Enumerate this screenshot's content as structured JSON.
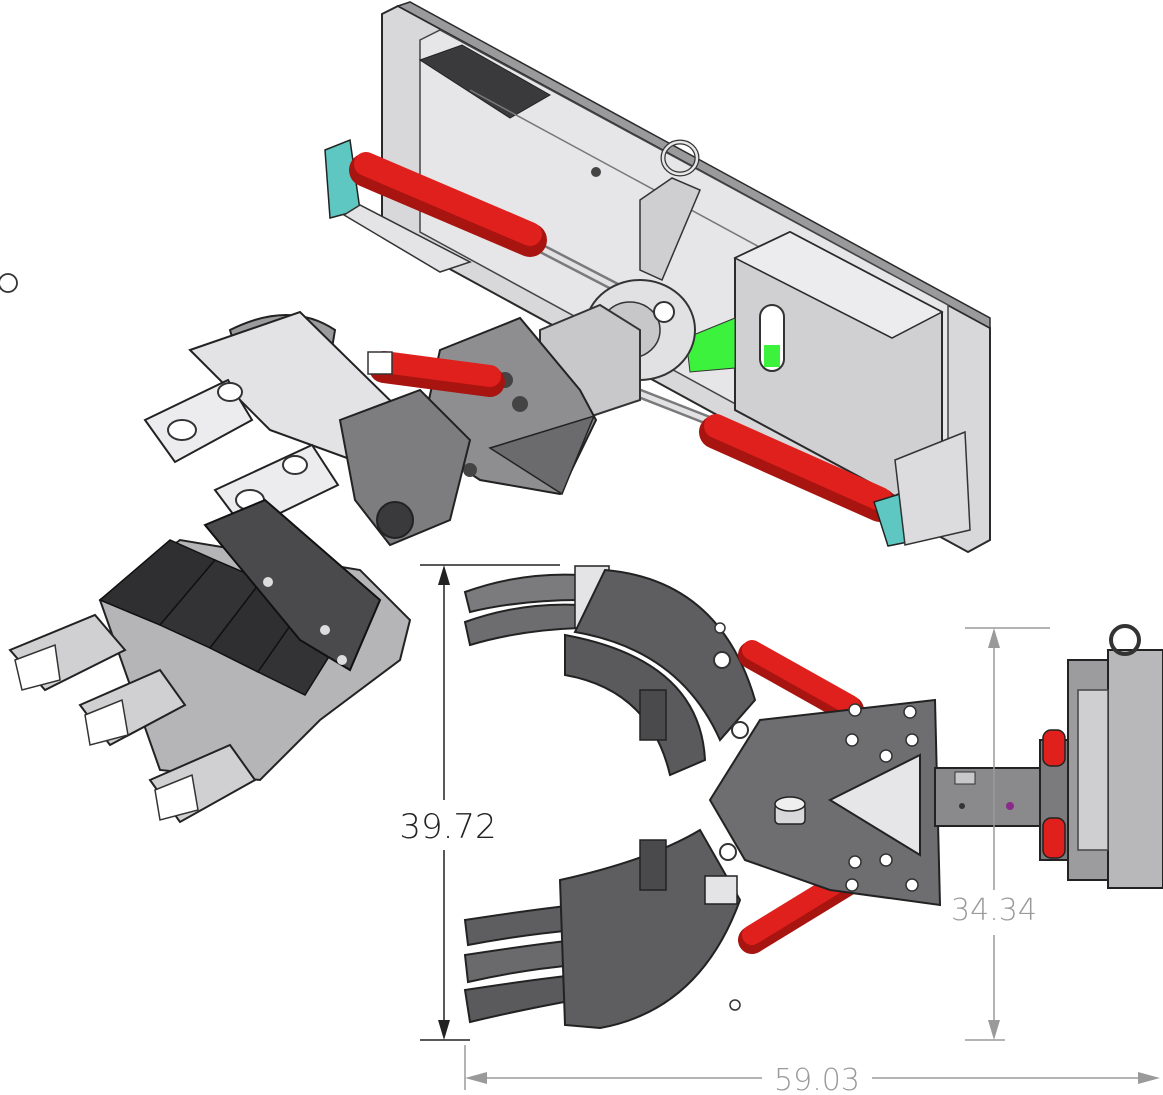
{
  "dimensions": {
    "height_left": "39.72",
    "height_right": "34.34",
    "width_bottom": "59.03"
  },
  "colors": {
    "background": "#ffffff",
    "body_light": "#d4d4d6",
    "body_mid": "#b5b5b8",
    "body_dark": "#6a6a6d",
    "jaw_dark": "#555558",
    "pad_black": "#2f2f31",
    "cylinder_red": "#e0201c",
    "cylinder_dark": "#a81410",
    "accent_green": "#3cf23c",
    "accent_teal": "#5ec7c2",
    "dim_black": "#222222",
    "dim_gray": "#9a9a9a"
  },
  "icons": [
    "origin-marker-icon"
  ]
}
